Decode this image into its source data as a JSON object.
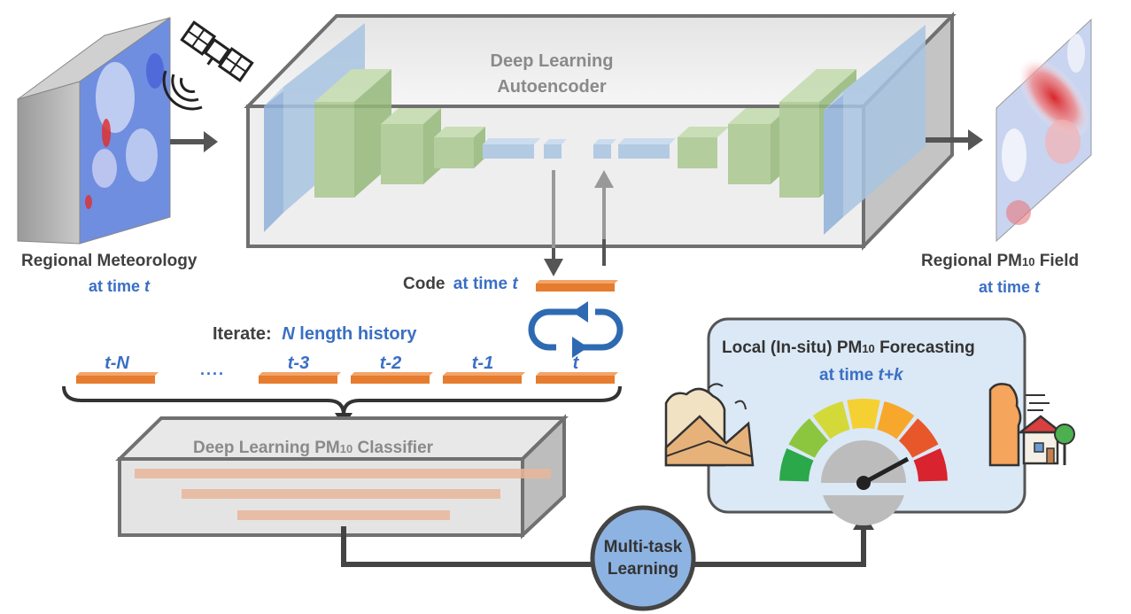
{
  "autoencoder": {
    "title_line1": "Deep Learning",
    "title_line2": "Autoencoder"
  },
  "input": {
    "label": "Regional Meteorology",
    "time": "at time",
    "time_var": "t"
  },
  "output": {
    "label_pre": "Regional PM",
    "label_sub": "10",
    "label_post": " Field",
    "time": "at time",
    "time_var": "t"
  },
  "code": {
    "label": "Code",
    "time": "at time",
    "time_var": "t"
  },
  "iterate": {
    "prefix": "Iterate:",
    "var": "N",
    "suffix": "length history"
  },
  "history": {
    "labels": [
      "t-N",
      "....",
      "t-3",
      "t-2",
      "t-1",
      "t"
    ]
  },
  "classifier": {
    "title_pre": "Deep Learning PM",
    "title_sub": "10",
    "title_post": " Classifier"
  },
  "multitask": {
    "line1": "Multi-task",
    "line2": "Learning"
  },
  "forecast": {
    "title_pre": "Local (In-situ) PM",
    "title_sub": "10",
    "title_post": " Forecasting",
    "time": "at time",
    "time_var": "t+k",
    "gauge_colors": [
      "#2aa84a",
      "#8cc63f",
      "#d4d93a",
      "#f5d033",
      "#f7a72b",
      "#e8572a",
      "#d9232e"
    ]
  },
  "colors": {
    "orange_bar": "#e57c2f",
    "label_blue": "#3a6fc4",
    "box_blue": "#dbe8f5",
    "encoder_green": "#a9c88f",
    "encoder_blue": "#a9c4e2",
    "circle_blue": "#8db3e2"
  }
}
